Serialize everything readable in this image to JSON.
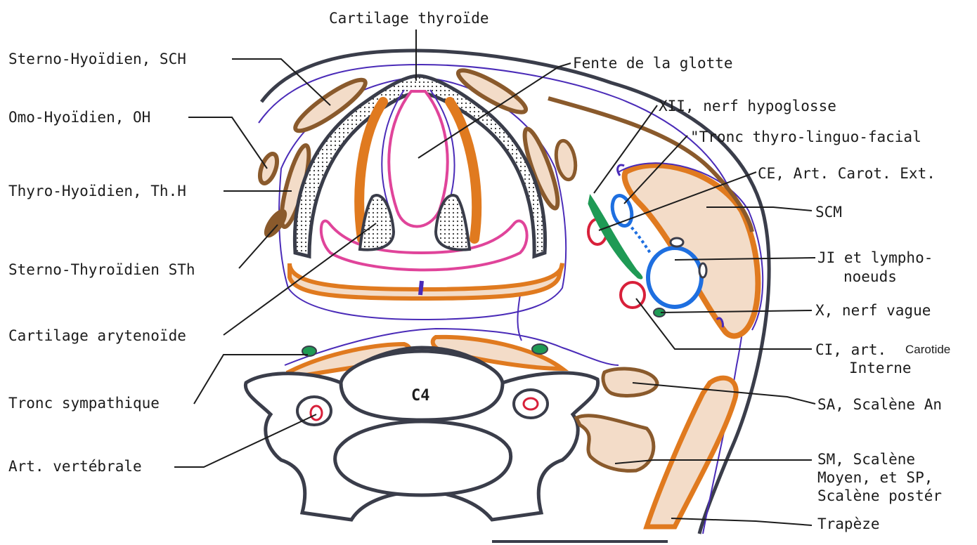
{
  "labels": {
    "cartilage_thyroide": "Cartilage thyroïde",
    "sterno_hyoidien": "Sterno-Hyoïdien, SCH",
    "omo_hyoidien": "Omo-Hyoïdien, OH",
    "thyro_hyoidien": "Thyro-Hyoïdien, Th.H",
    "sterno_thyroidien": "Sterno-Thyroïdien STh",
    "cartilage_arytenoide": "Cartilage arytenoïde",
    "tronc_sympathique": "Tronc sympathique",
    "art_vertebrale": "Art. vertébrale",
    "fente_glotte": "Fente de la glotte",
    "nerf_hypoglosse": "XII, nerf hypoglosse",
    "tronc_thyro": "\"Tronc thyro-linguo-facial",
    "carotide_externe": "CE, Art. Carot. Ext.",
    "scm": "SCM",
    "ji_line1": "JI et lympho-",
    "ji_line2": "noeuds",
    "nerf_vague": "X, nerf vague",
    "ci_line1": "CI, art.",
    "ci_carotide": "Carotide",
    "ci_line2": "Interne",
    "scalene_an": "SA, Scalène An",
    "sm_line1": "SM, Scalène",
    "sm_line2": "Moyen, et SP,",
    "sm_line3": "Scalène postér",
    "trapeze": "Trapèze",
    "vertebra": "C4"
  },
  "colors": {
    "outline": "#3a3d4a",
    "muscle_brown": "#8a5a2c",
    "muscle_orange": "#e07a1f",
    "fascia_purple": "#4a2bb8",
    "mucosa_pink": "#e0449a",
    "artery_red": "#d8203a",
    "vein_blue": "#1e6fe0",
    "nerve_green": "#1f9a55",
    "fill_tan": "#f3dcc8"
  }
}
